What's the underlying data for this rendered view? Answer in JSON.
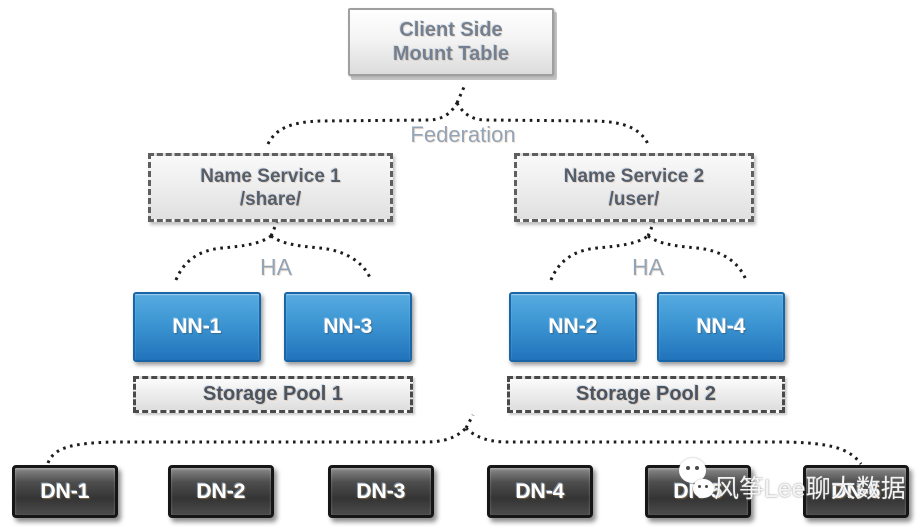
{
  "client_box": {
    "line1": "Client Side",
    "line2": "Mount Table"
  },
  "federation_label": "Federation",
  "groups": [
    {
      "name_service_title": "Name Service 1",
      "name_service_path": "/share/",
      "ha_label": "HA",
      "namenodes": [
        "NN-1",
        "NN-3"
      ],
      "storage_pool_label": "Storage Pool 1"
    },
    {
      "name_service_title": "Name Service 2",
      "name_service_path": "/user/",
      "ha_label": "HA",
      "namenodes": [
        "NN-2",
        "NN-4"
      ],
      "storage_pool_label": "Storage Pool 2"
    }
  ],
  "datanodes": [
    "DN-1",
    "DN-2",
    "DN-3",
    "DN-4",
    "DN-5",
    "DN-6"
  ],
  "watermark": {
    "icon": "wechat-chat-icon",
    "text": "风筝Lee聊大数据"
  },
  "colors": {
    "namenode_blue_top": "#57abe0",
    "namenode_blue_bottom": "#2173bb",
    "datanode_dark": "#343434",
    "label_blue_gray": "#93a4b7",
    "dotted_line": "#1c1c1c"
  }
}
